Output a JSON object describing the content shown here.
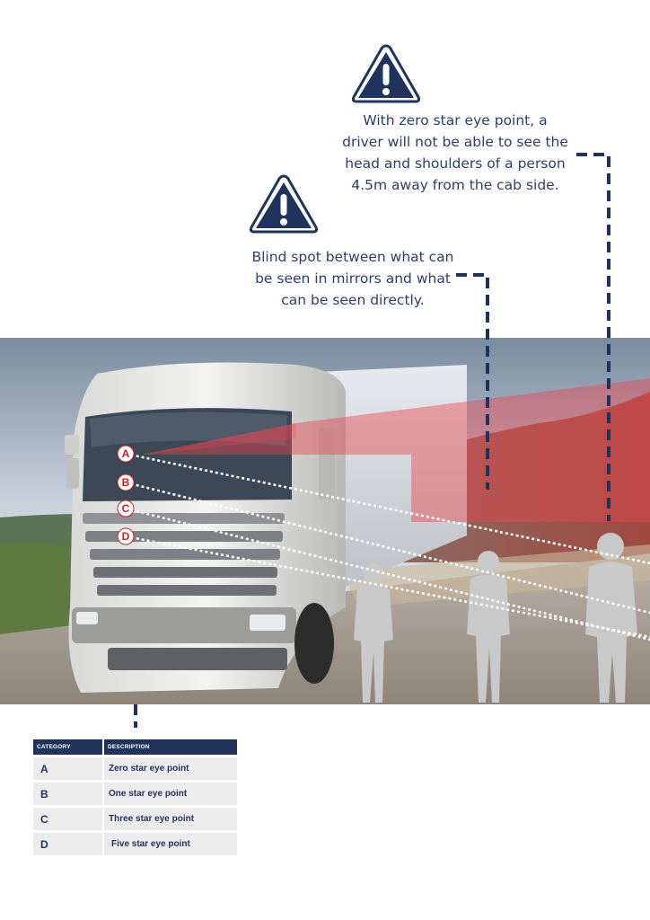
{
  "callouts": {
    "top": {
      "icon": "warning-triangle-icon",
      "lines": [
        "With zero star eye point, a",
        "driver will not be able to see the",
        "head and shoulders of a person",
        "4.5m away from the cab side."
      ]
    },
    "middle": {
      "icon": "warning-triangle-icon",
      "lines": [
        "Blind spot between what can",
        "be seen in mirrors and what",
        "can be seen directly."
      ]
    }
  },
  "markers": [
    "A",
    "B",
    "C",
    "D"
  ],
  "legend": {
    "headers": [
      "CATEGORY",
      "DESCRIPTION"
    ],
    "rows": [
      {
        "category": "A",
        "description": "Zero star eye point"
      },
      {
        "category": "B",
        "description": "One star eye point"
      },
      {
        "category": "C",
        "description": "Three star eye point"
      },
      {
        "category": "D",
        "description": "Five star eye point"
      }
    ]
  },
  "colors": {
    "navy": "#1f335c",
    "text": "#2c3e6b",
    "blind_spot": "#e8484f",
    "marker": "#c8202a",
    "table_row": "#ececec"
  }
}
